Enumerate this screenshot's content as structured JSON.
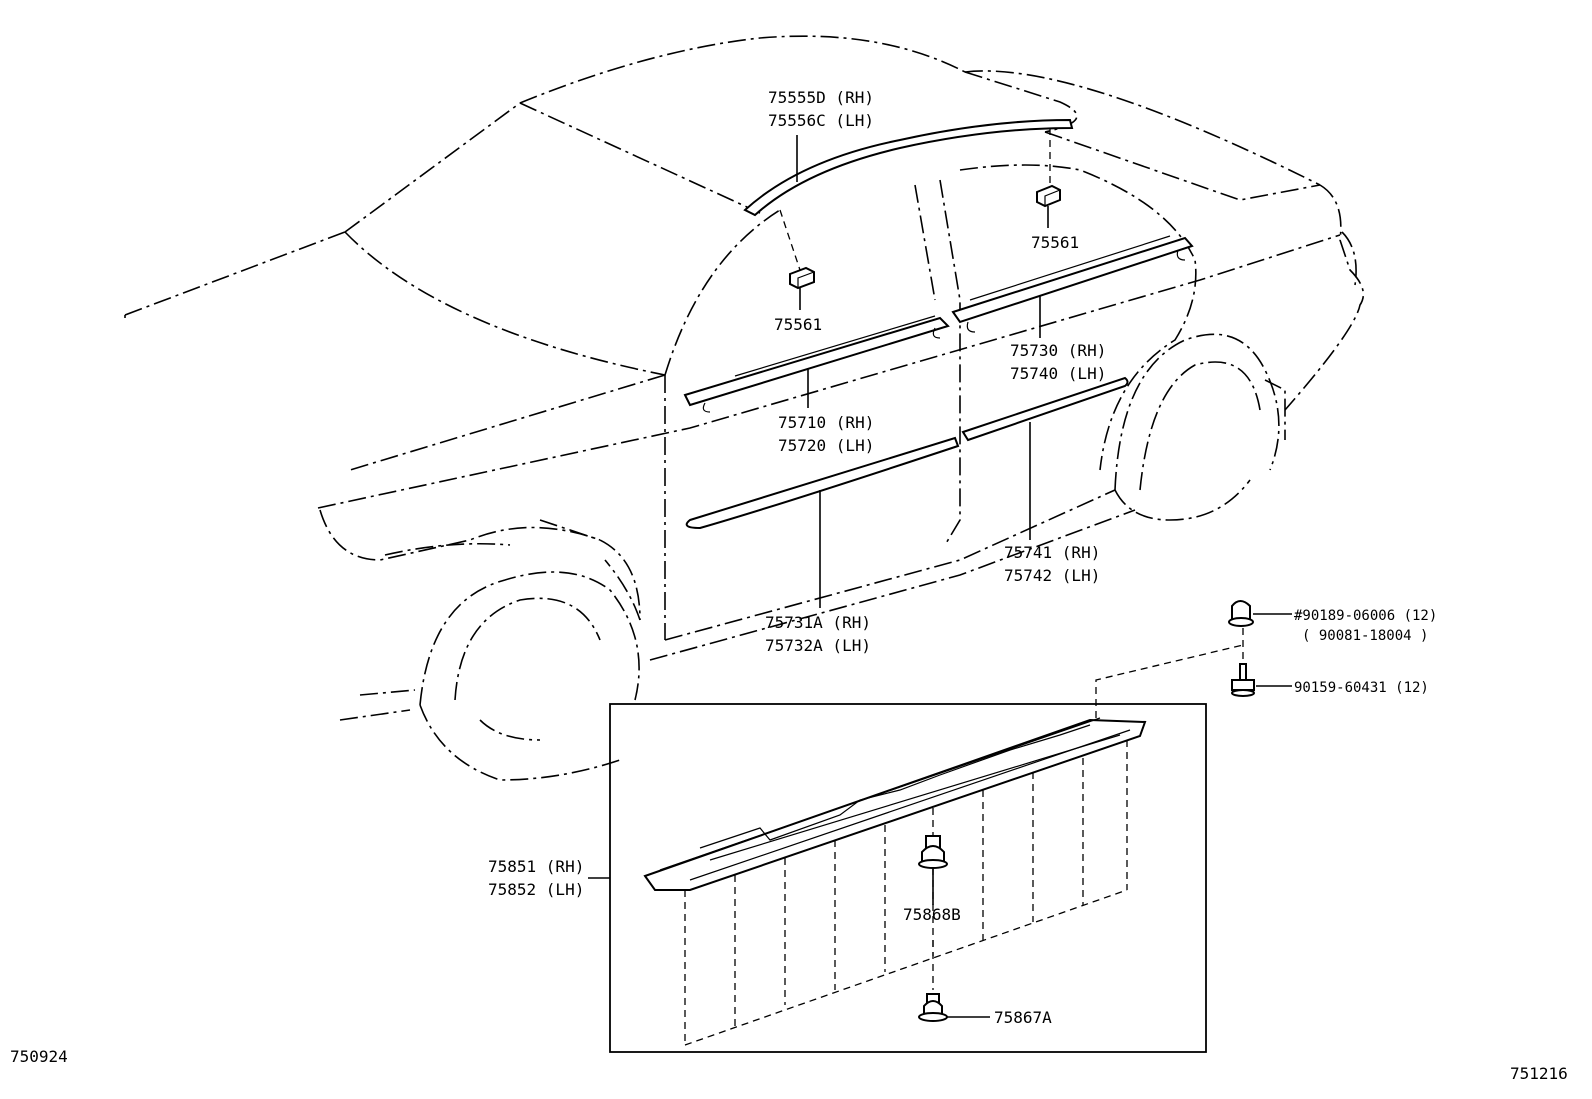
{
  "callouts": {
    "roof_molding_rh": "75555D (RH)",
    "roof_molding_lh": "75556C (LH)",
    "clip_front": "75561",
    "clip_rear": "75561",
    "rear_belt_rh": "75730 (RH)",
    "rear_belt_lh": "75740 (LH)",
    "front_belt_rh": "75710 (RH)",
    "front_belt_lh": "75720 (LH)",
    "rear_side_rh": "75741 (RH)",
    "rear_side_lh": "75742 (LH)",
    "front_side_rh": "75731A (RH)",
    "front_side_lh": "75732A (LH)",
    "clip_90189": "#90189-06006 (12)",
    "clip_90081": "( 90081-18004 )",
    "screw_90159": "90159-60431 (12)",
    "rocker_rh": "75851 (RH)",
    "rocker_lh": "75852 (LH)",
    "clip_75868b": "75868B",
    "clip_75867a": "75867A"
  },
  "footer": {
    "left_code": "750924",
    "right_code": "751216"
  }
}
